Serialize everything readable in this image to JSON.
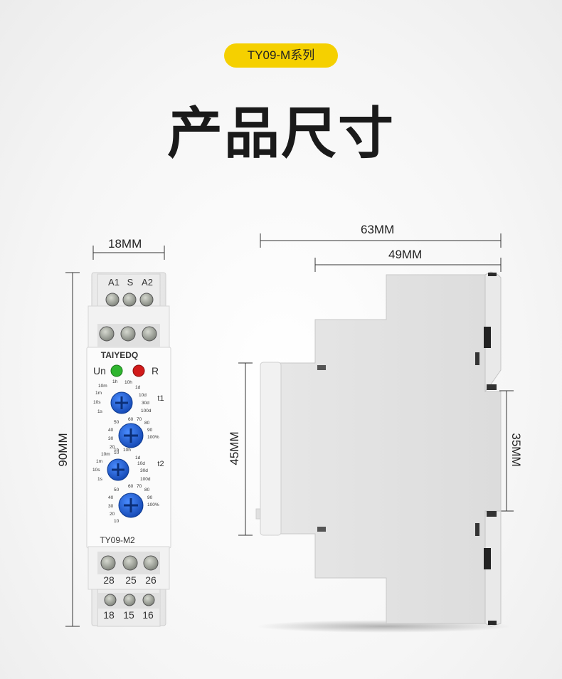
{
  "badge": {
    "text": "TY09-M系列"
  },
  "title": "产品尺寸",
  "dimensions": {
    "front_width": "18MM",
    "front_height": "90MM",
    "side_total_depth": "63MM",
    "side_body_depth": "49MM",
    "side_front_height": "45MM",
    "side_rail": "35MM"
  },
  "device": {
    "top_terminals": [
      "A1",
      "S",
      "A2"
    ],
    "brand": "TAIYEDQ",
    "led_un": "Un",
    "led_r": "R",
    "knob_t1_label": "t1",
    "knob_t2_label": "t2",
    "time_scale": [
      "10m",
      "1h",
      "10h",
      "1d",
      "1m",
      "10d",
      "10s",
      "30d",
      "1s",
      "100d"
    ],
    "percent_scale": [
      "50",
      "60",
      "70",
      "80",
      "40",
      "90",
      "30",
      "100%",
      "20",
      "10"
    ],
    "model": "TY09-M2",
    "bottom_terminals_row1": [
      "28",
      "25",
      "26"
    ],
    "bottom_terminals_row2": [
      "18",
      "15",
      "16"
    ]
  },
  "colors": {
    "accent": "#f5d000",
    "knob_blue": "#1a5fd6",
    "led_green": "#2fb52f",
    "led_red": "#d11a1a"
  }
}
